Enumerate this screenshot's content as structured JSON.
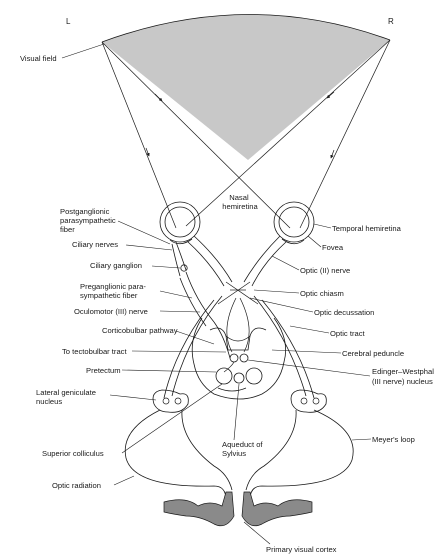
{
  "sides": {
    "left": "L",
    "right": "R"
  },
  "labels": {
    "visual_field": "Visual field",
    "nasal_hemiretina": [
      "Nasal",
      "hemiretina"
    ],
    "temporal_hemiretina": "Temporal hemiretina",
    "fovea": "Fovea",
    "postganglionic": [
      "Postganglionic",
      "parasympathetic",
      "fiber"
    ],
    "ciliary_nerves": "Ciliary nerves",
    "ciliary_ganglion": "Ciliary ganglion",
    "preganglionic": [
      "Preganglionic para-",
      "sympathetic fiber"
    ],
    "oculomotor_nerve": "Oculomotor (III) nerve",
    "optic_nerve": "Optic (II) nerve",
    "optic_chiasm": "Optic chiasm",
    "optic_decussation": "Optic decussation",
    "corticobulbar": "Corticobulbar pathway",
    "optic_tract": "Optic tract",
    "tectobulbar": "To tectobulbar tract",
    "cerebral_peduncle": "Cerebral peduncle",
    "pretectum": "Pretectum",
    "edinger_westphal": [
      "Edinger–Westphal",
      "(III nerve) nucleus"
    ],
    "lateral_geniculate": [
      "Lateral geniculate",
      "nucleus"
    ],
    "meyers_loop": "Meyer's loop",
    "superior_colliculus": "Superior colliculus",
    "aqueduct": [
      "Aqueduct of",
      "Sylvius"
    ],
    "optic_radiation": "Optic radiation",
    "primary_visual_cortex": "Primary visual cortex"
  },
  "colors": {
    "line": "#1a1a1a",
    "visual_field_fill": "#c8c8c8",
    "cortex_fill": "#8a8a8a",
    "background": "#ffffff"
  }
}
